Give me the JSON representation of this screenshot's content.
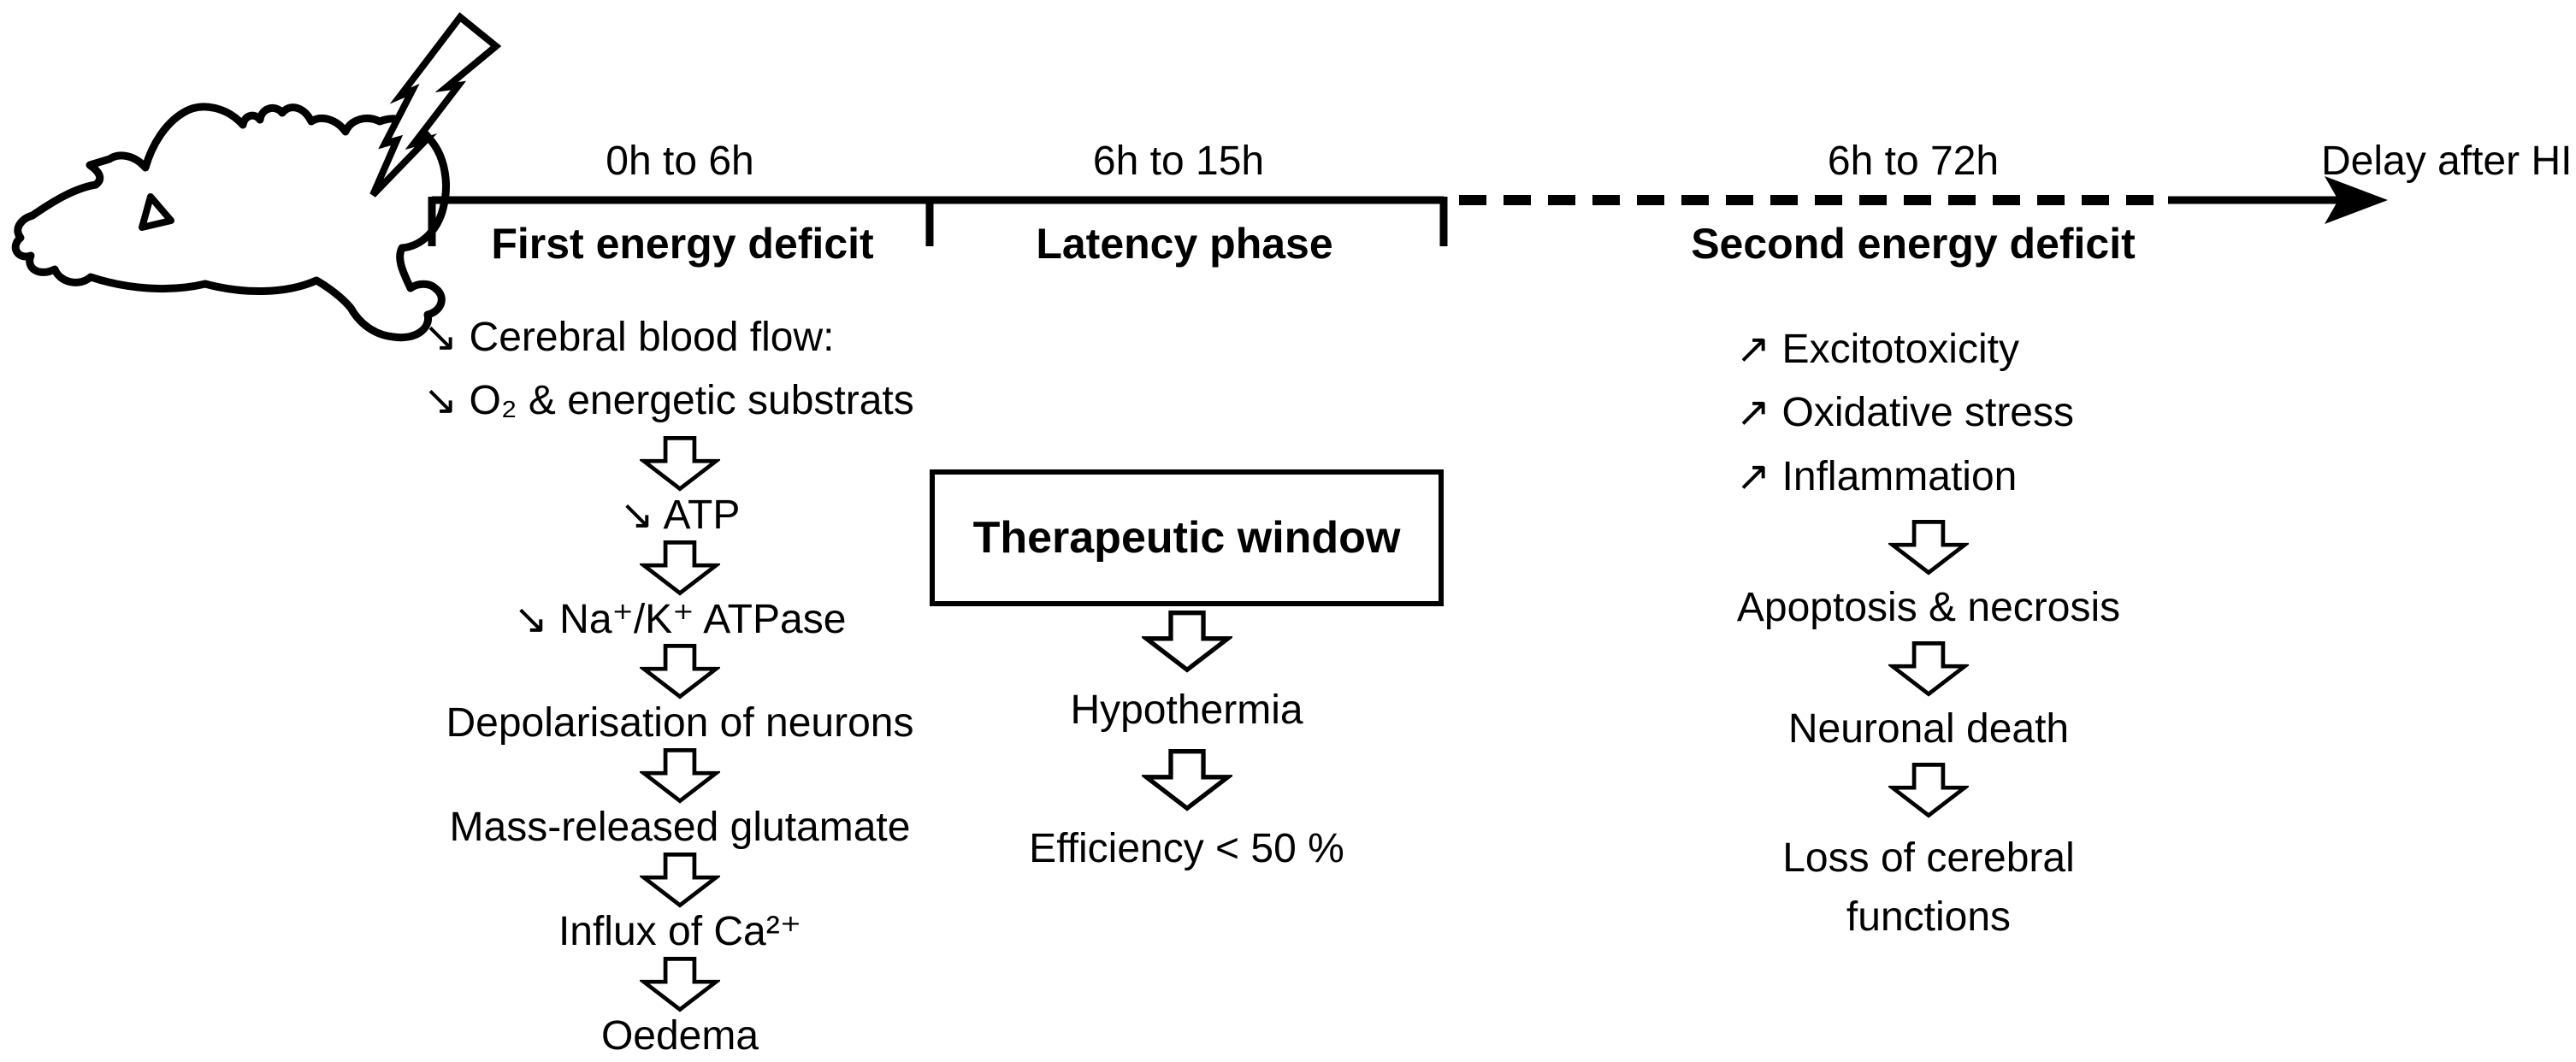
{
  "timeline": {
    "time_labels": [
      "0h to 6h",
      "6h to 15h",
      "6h to 72h"
    ],
    "axis_label": "Delay after HI",
    "phase_labels": [
      "First energy deficit",
      "Latency phase",
      "Second energy deficit"
    ]
  },
  "first_energy_deficit": {
    "intro_lines": [
      "↘ Cerebral blood flow:",
      "↘ O₂ & energetic substrats"
    ],
    "steps": [
      "↘ ATP",
      "↘ Na⁺/K⁺ ATPase",
      "Depolarisation of neurons",
      "Mass-released glutamate",
      "Influx of Ca²⁺",
      "Oedema"
    ]
  },
  "latency_phase": {
    "box_label": "Therapeutic window",
    "steps": [
      "Hypothermia",
      "Efficiency < 50 %"
    ]
  },
  "second_energy_deficit": {
    "intro_lines": [
      "↗ Excitotoxicity",
      "↗ Oxidative stress",
      "↗ Inflammation"
    ],
    "steps": [
      "Apoptosis & necrosis",
      "Neuronal death"
    ],
    "final_step_lines": [
      "Loss of cerebral",
      "functions"
    ]
  },
  "colors": {
    "ink": "#000000",
    "background": "#ffffff"
  }
}
